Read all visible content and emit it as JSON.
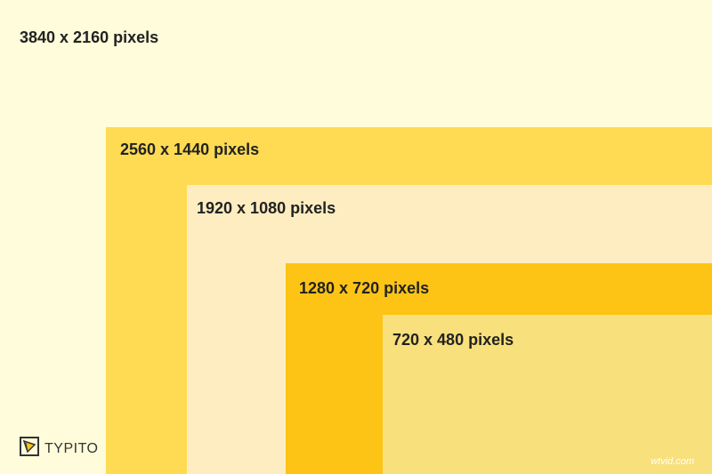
{
  "resolutions": [
    {
      "label": "3840 x 2160 pixels",
      "color": "#FFFCDB"
    },
    {
      "label": "2560 x 1440 pixels",
      "color": "#FEDB52"
    },
    {
      "label": "1920 x 1080 pixels",
      "color": "#FDEDC0"
    },
    {
      "label": "1280 x 720 pixels",
      "color": "#FDC416"
    },
    {
      "label": "720 x 480 pixels",
      "color": "#F8E07C"
    }
  ],
  "brand": {
    "logo_icon": "typito-logo-icon",
    "name": "TYPITO"
  },
  "watermark": "wtvid.com"
}
